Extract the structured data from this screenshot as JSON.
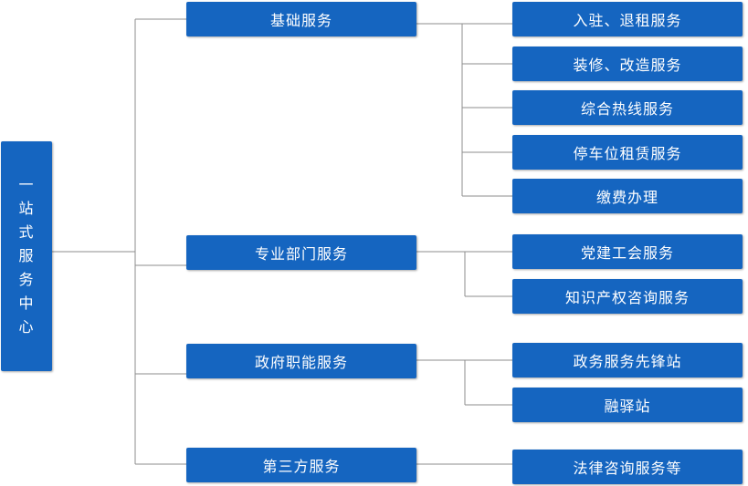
{
  "root": {
    "label": "一站式服务中心",
    "chars": [
      "一",
      "站",
      "式",
      "服",
      "务",
      "中",
      "心"
    ]
  },
  "branches": [
    {
      "label": "基础服务",
      "children": [
        "入驻、退租服务",
        "装修、改造服务",
        "综合热线服务",
        "停车位租赁服务",
        "缴费办理"
      ]
    },
    {
      "label": "专业部门服务",
      "children": [
        "党建工会服务",
        "知识产权咨询服务"
      ]
    },
    {
      "label": "政府职能服务",
      "children": [
        "政务服务先锋站",
        "融驿站"
      ]
    },
    {
      "label": "第三方服务",
      "children": [
        "法律咨询服务等"
      ]
    }
  ],
  "colors": {
    "box": "#1565c0",
    "text": "#ffffff",
    "connector": "#8c8c8c"
  }
}
